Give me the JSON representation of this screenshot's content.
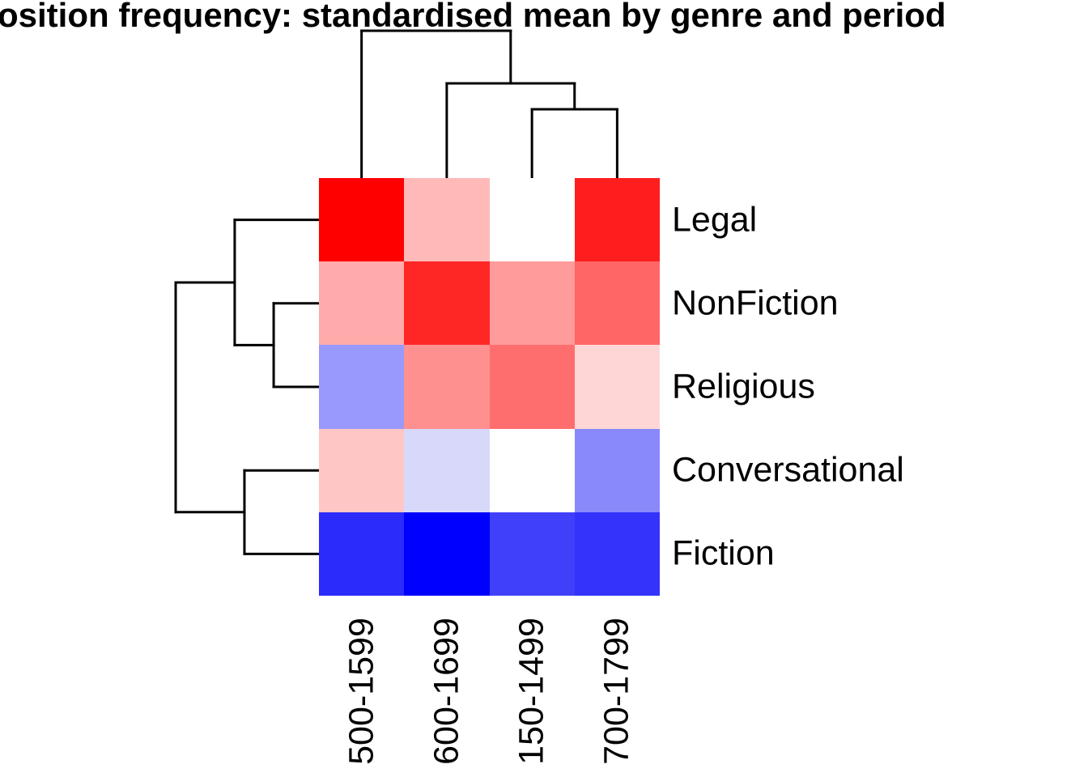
{
  "title": "osition frequency: standardised mean by genre and period",
  "colors": {
    "background": "#FFFFFF",
    "text": "#000000",
    "dendrogram_line": "#000000"
  },
  "chart_data": {
    "type": "heatmap",
    "title": "osition frequency: standardised mean by genre and period",
    "rows": [
      "Legal",
      "NonFiction",
      "Religious",
      "Conversational",
      "Fiction"
    ],
    "columns": [
      "500-1599",
      "600-1699",
      "150-1499",
      "700-1799"
    ],
    "cell_colors": [
      [
        "#FF0000",
        "#FFB9B9",
        "#FFFFFF",
        "#FF1E1E"
      ],
      [
        "#FFABAB",
        "#FF2626",
        "#FF9B9B",
        "#FF6666"
      ],
      [
        "#9999FB",
        "#FF9090",
        "#FF6E6E",
        "#FFD6D6"
      ],
      [
        "#FFC6C6",
        "#D8D8FA",
        "#FFFFFF",
        "#8989FB"
      ],
      [
        "#2B2BFC",
        "#0000FF",
        "#4040FB",
        "#3333FC"
      ]
    ],
    "estimated_values": [
      [
        1.0,
        0.27,
        0.0,
        0.88
      ],
      [
        0.33,
        0.85,
        0.39,
        0.6
      ],
      [
        -0.4,
        0.44,
        0.57,
        0.16
      ],
      [
        0.22,
        -0.15,
        0.0,
        -0.46
      ],
      [
        -0.83,
        -1.0,
        -0.75,
        -0.8
      ]
    ],
    "colormap": {
      "negative": "#0000FF",
      "zero": "#FFFFFF",
      "positive": "#FF0000"
    },
    "legend": "none",
    "grid": "off",
    "col_dendrogram": {
      "h": 1.0,
      "children": [
        {
          "leaf": 0
        },
        {
          "h": 0.643,
          "children": [
            {
              "leaf": 1
            },
            {
              "h": 0.467,
              "children": [
                {
                  "leaf": 2
                },
                {
                  "leaf": 3
                }
              ]
            }
          ]
        }
      ]
    },
    "row_dendrogram": {
      "h": 1.0,
      "children": [
        {
          "h": 0.588,
          "children": [
            {
              "leaf": 0
            },
            {
              "h": 0.316,
              "children": [
                {
                  "leaf": 1
                },
                {
                  "leaf": 2
                }
              ]
            }
          ]
        },
        {
          "h": 0.52,
          "children": [
            {
              "leaf": 3
            },
            {
              "leaf": 4
            }
          ]
        }
      ]
    }
  }
}
